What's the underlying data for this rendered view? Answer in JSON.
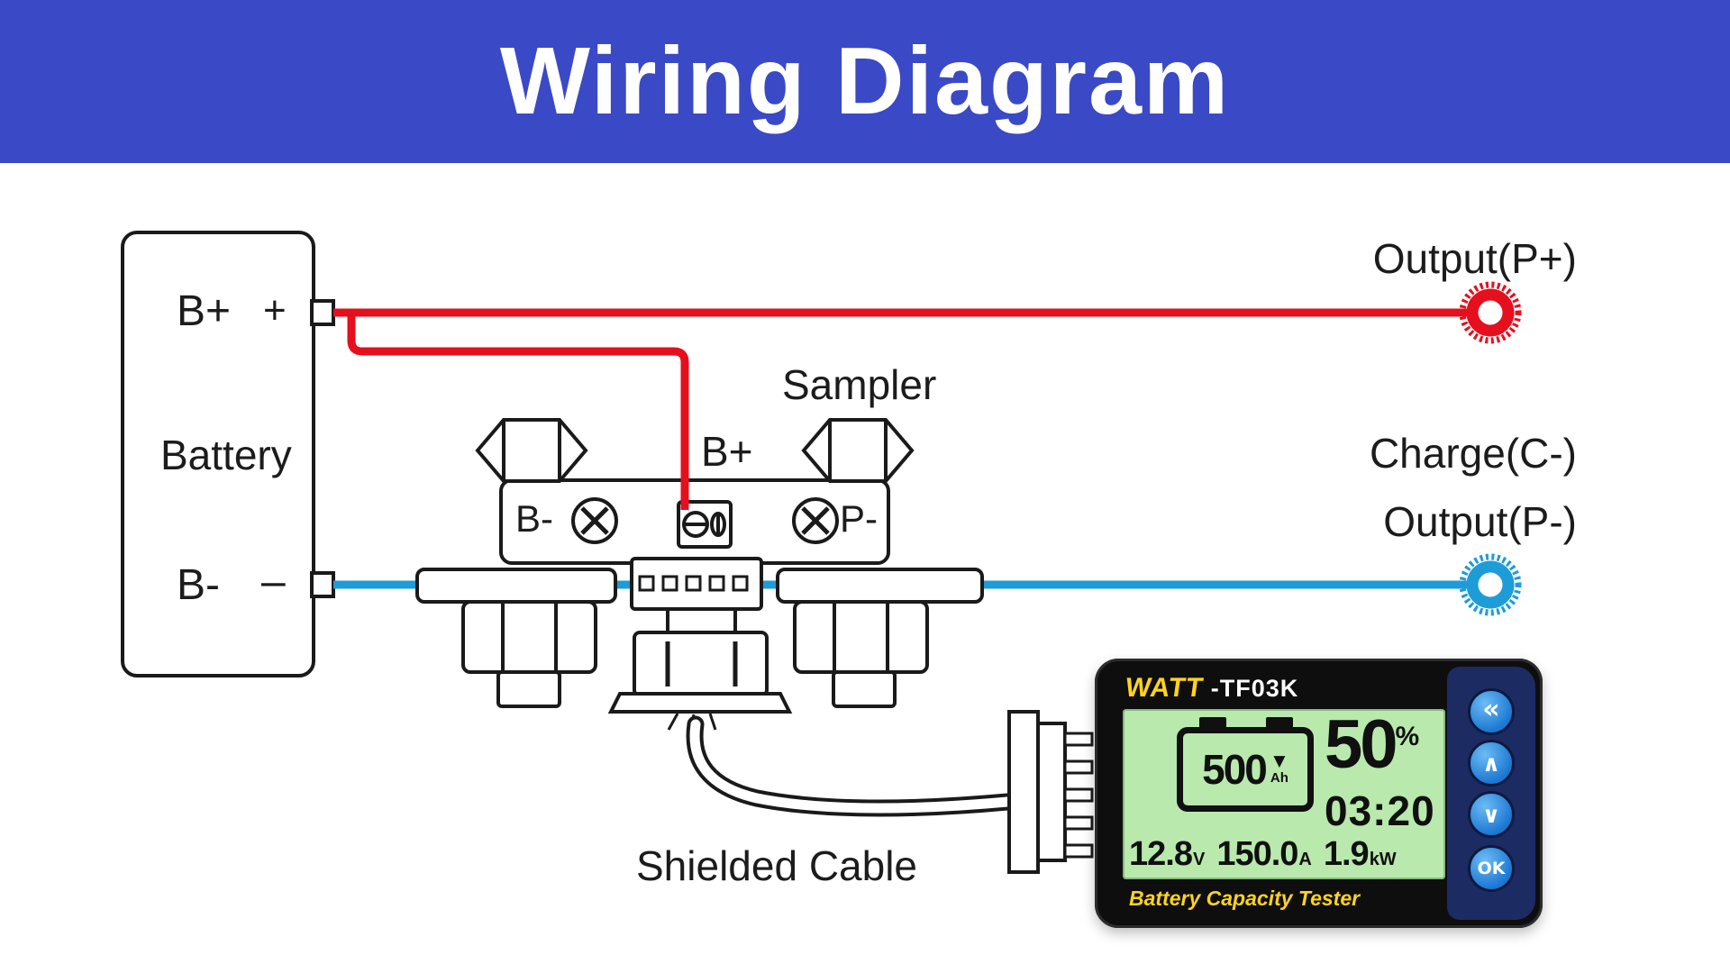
{
  "banner": {
    "title": "Wiring Diagram"
  },
  "colors": {
    "banner_bg": "#3a49c6",
    "wire_positive": "#e60f1e",
    "wire_negative": "#1e9cd8",
    "screen_bg": "#b9e9ad",
    "device_accent_yellow": "#ffd31e",
    "button_panel_navy": "#1d2b63",
    "button_blue": "#1a77d2"
  },
  "battery": {
    "name": "Battery",
    "terminal_positive": "B+",
    "sign_positive": "+",
    "terminal_negative": "B-",
    "sign_negative": "–"
  },
  "sampler": {
    "title": "Sampler",
    "terminal_b_plus": "B+",
    "terminal_b_minus": "B-",
    "terminal_p_minus": "P-"
  },
  "labels": {
    "output_positive": "Output(P+)",
    "charge_negative": "Charge(C-)",
    "output_negative": "Output(P-)",
    "shielded_cable": "Shielded Cable"
  },
  "device": {
    "brand": "WATT",
    "model": "-TF03K",
    "caption": "Battery Capacity Tester",
    "screen": {
      "capacity": "500",
      "capacity_unit": "Ah",
      "capacity_marker": "▼",
      "soc": "50",
      "soc_unit": "%",
      "time_remaining": "03:20",
      "voltage": "12.8",
      "voltage_unit": "V",
      "current": "150.0",
      "current_unit": "A",
      "power": "1.9",
      "power_unit": "kW"
    },
    "buttons": [
      {
        "id": "back",
        "glyph": "«"
      },
      {
        "id": "up",
        "glyph": "∧"
      },
      {
        "id": "down",
        "glyph": "∨"
      },
      {
        "id": "ok",
        "glyph": "OK"
      }
    ]
  }
}
